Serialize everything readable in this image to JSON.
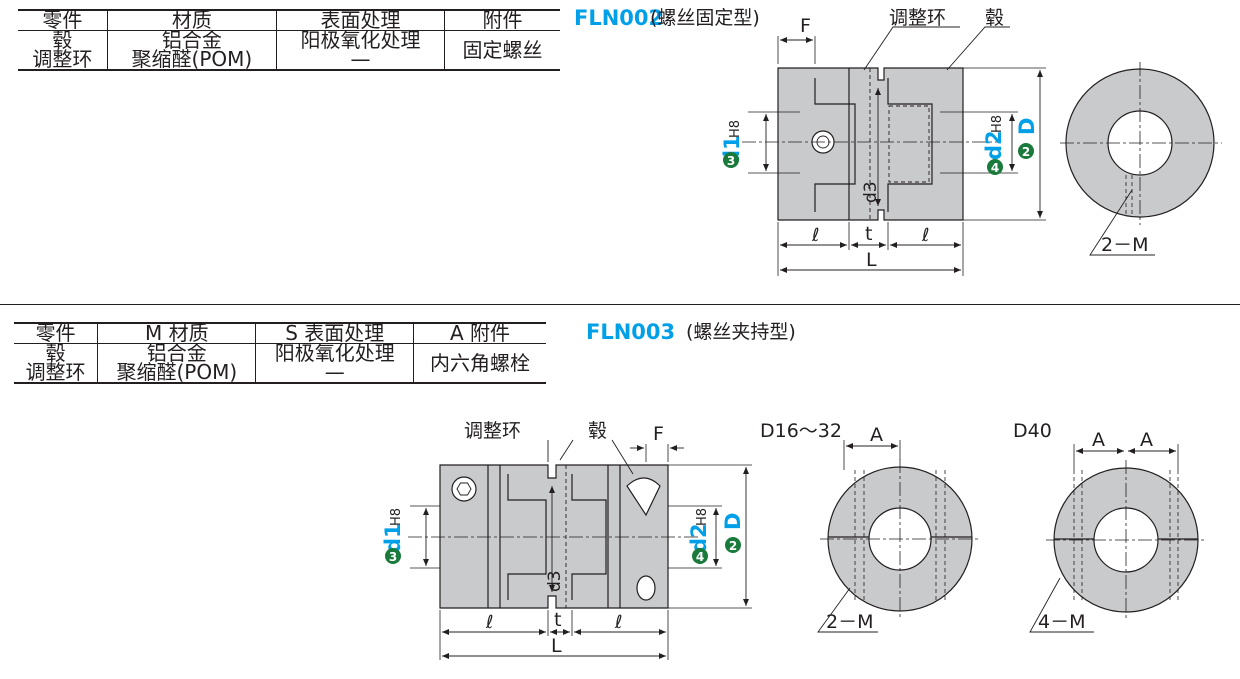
{
  "fln002": {
    "title_code": "FLN002",
    "title_type": "(螺丝固定型)",
    "table": {
      "headers": [
        "零件",
        "材质",
        "表面处理",
        "附件"
      ],
      "rows": [
        [
          "毂",
          "铝合金",
          "阳极氧化处理"
        ],
        [
          "调整环",
          "聚缩醛(POM)",
          "—"
        ]
      ],
      "accessory": "固定螺丝"
    },
    "labels": {
      "F": "F",
      "hub": "毂",
      "ring": "调整环",
      "d1": "d1",
      "d1_tol": "H8",
      "d2": "d2",
      "d2_tol": "H8",
      "D": "D",
      "d3": "d3",
      "l_left": "ℓ",
      "t": "t",
      "l_right": "ℓ",
      "L": "L",
      "holes": "2－M",
      "n3": "3",
      "n4": "4",
      "n2": "2"
    }
  },
  "fln003": {
    "title_code": "FLN003",
    "title_type": "(螺丝夹持型)",
    "table": {
      "headers": [
        "零件",
        "M 材质",
        "S 表面处理",
        "A 附件"
      ],
      "rows": [
        [
          "毂",
          "铝合金",
          "阳极氧化处理"
        ],
        [
          "调整环",
          "聚缩醛(POM)",
          "—"
        ]
      ],
      "accessory": "内六角螺栓"
    },
    "labels": {
      "ring": "调整环",
      "hub": "毂",
      "F": "F",
      "d1": "d1",
      "d1_tol": "H8",
      "d2": "d2",
      "d2_tol": "H8",
      "D": "D",
      "d3": "d3",
      "l_left": "ℓ",
      "t": "t",
      "l_right": "ℓ",
      "L": "L",
      "view1": "D16～32",
      "A1": "A",
      "holes1": "2－M",
      "view2": "D40",
      "A2a": "A",
      "A2b": "A",
      "holes2": "4－M",
      "n3": "3",
      "n4": "4",
      "n2": "2"
    }
  },
  "colors": {
    "accent_blue": "#00a0e9",
    "badge_green": "#1a7a3c",
    "part_fill": "#c9cacb",
    "line": "#231f20"
  }
}
